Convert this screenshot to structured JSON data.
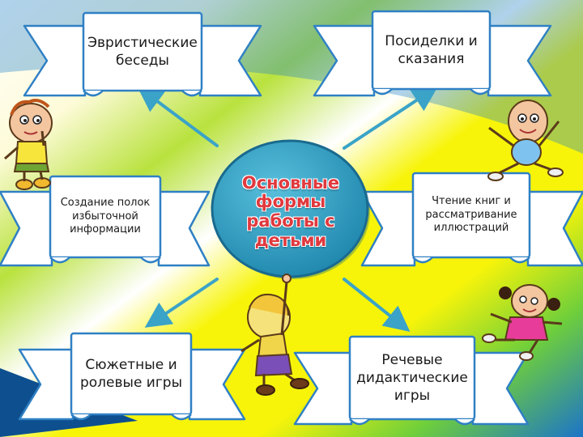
{
  "center": {
    "title": "Основные\nформы\nработы с\nдетьми"
  },
  "nodes": [
    {
      "id": "heuristic",
      "text": "Эвристические\nбеседы"
    },
    {
      "id": "gatherings",
      "text": "Посиделки и\nсказания"
    },
    {
      "id": "shelves",
      "text": "Создание полок\nизбыточной\nинформации"
    },
    {
      "id": "reading",
      "text": "Чтение книг и\nрассматривание\nиллюстраций"
    },
    {
      "id": "plot-games",
      "text": "Сюжетные и\nролевые игры"
    },
    {
      "id": "speech-games",
      "text": "Речевые\nдидактические\nигры"
    }
  ],
  "colors": {
    "background_yellow": "#f7f40a",
    "background_green": "#6fcf3a",
    "background_blue": "#1c74c8",
    "circle": "#2b9ec2",
    "arrow": "#3ba3c8",
    "center_text": "#e0393e",
    "banner_outline": "#2f80c4"
  },
  "icons": [
    "boy-thinking-icon",
    "boy-jumping-icon",
    "girl-pointing-icon",
    "girl-running-icon"
  ]
}
